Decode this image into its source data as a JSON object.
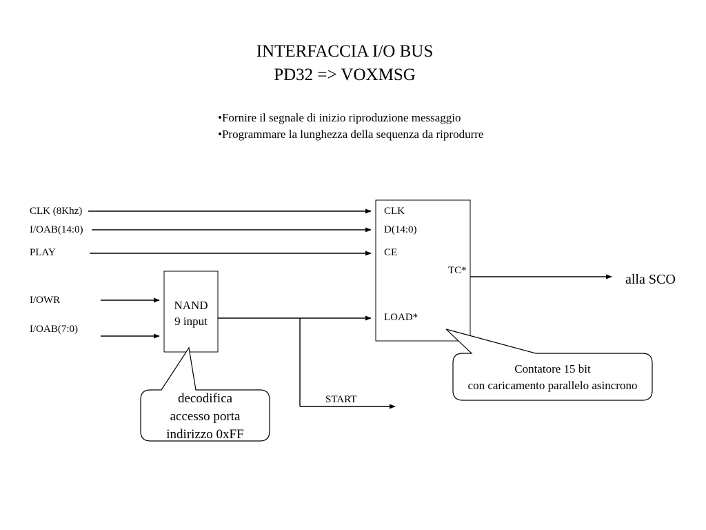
{
  "title": {
    "line1": "INTERFACCIA I/O BUS",
    "line2": "PD32 => VOXMSG"
  },
  "bullets": [
    "•Fornire il segnale di inizio riproduzione messaggio",
    "•Programmare la lunghezza della sequenza da riprodurre"
  ],
  "inputs": {
    "clk": "CLK (8Khz)",
    "ioab_14_0": "I/OAB(14:0)",
    "play": "PLAY",
    "iowr": "I/OWR",
    "ioab_7_0": "I/OAB(7:0)"
  },
  "nand": {
    "line1": "NAND",
    "line2": "9 input"
  },
  "counter": {
    "pin_clk": "CLK",
    "pin_d": "D(14:0)",
    "pin_ce": "CE",
    "pin_tc": "TC*",
    "pin_load": "LOAD*"
  },
  "outputs": {
    "start": "START",
    "alla_sco": "alla SCO"
  },
  "callouts": {
    "decode": [
      "decodifica",
      "accesso porta",
      "indirizzo 0xFF"
    ],
    "counter": [
      "Contatore 15 bit",
      "con caricamento parallelo asincrono"
    ]
  }
}
